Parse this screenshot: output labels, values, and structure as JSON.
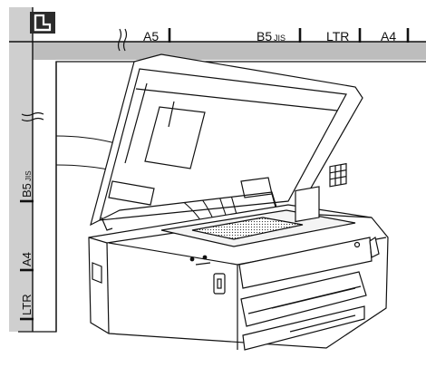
{
  "top_scale": {
    "labels": [
      {
        "main": "A5",
        "sub": ""
      },
      {
        "main": "B5",
        "sub": "JIS"
      },
      {
        "main": "LTR",
        "sub": ""
      },
      {
        "main": "A4",
        "sub": ""
      }
    ]
  },
  "left_scale": {
    "labels": [
      {
        "main": "B5",
        "sub": "JIS"
      },
      {
        "main": "A4",
        "sub": ""
      },
      {
        "main": "LTR",
        "sub": ""
      }
    ]
  },
  "icons": {
    "corner_mark": "document-corner-icon",
    "break_marks": "scale-break-icon"
  },
  "colors": {
    "ink": "#111111",
    "scale_band": "#bdbdbd",
    "icon_bg": "#2b2b2b"
  }
}
